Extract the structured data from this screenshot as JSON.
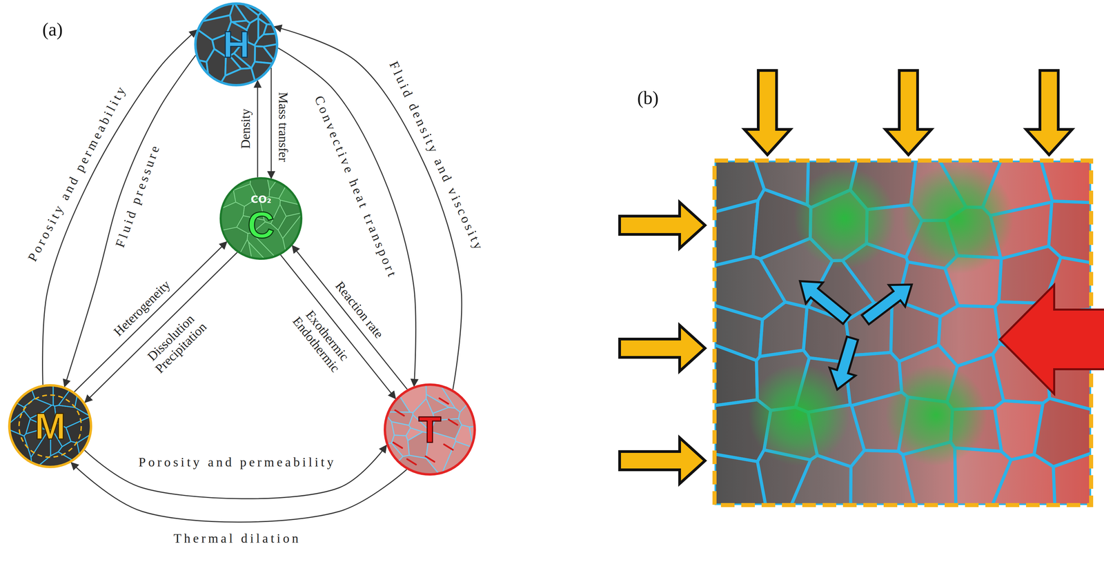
{
  "diagram": {
    "nodes": [
      {
        "text": [
          "H"
        ]
      },
      {
        "text": [
          "CO₂",
          "C"
        ]
      },
      {
        "text": [
          "M"
        ]
      },
      {
        "text": [
          "T"
        ]
      }
    ],
    "edges": [
      {
        "from": 2,
        "to": 0,
        "arrow": "to",
        "label": "Porosity and permeability"
      },
      {
        "from": 0,
        "to": 2,
        "arrow": "to",
        "label": "Fluid pressure"
      },
      {
        "from": 1,
        "to": 0,
        "arrow": "to",
        "label": "Density"
      },
      {
        "from": 0,
        "to": 1,
        "arrow": "to",
        "label": "Mass transfer"
      },
      {
        "from": 3,
        "to": 0,
        "arrow": "to",
        "label": "Fluid density and viscosity"
      },
      {
        "from": 0,
        "to": 3,
        "arrow": "to",
        "label": "Convective heat transport"
      },
      {
        "from": 2,
        "to": 1,
        "arrow": "to",
        "label": "Heterogeneity"
      },
      {
        "from": 1,
        "to": 2,
        "arrow": "to",
        "label": "Dissolution Precipitation"
      },
      {
        "from": 3,
        "to": 1,
        "arrow": "to",
        "label": "Reaction rate"
      },
      {
        "from": 1,
        "to": 3,
        "arrow": "to",
        "label": "Exothermic Endothermic"
      },
      {
        "from": 2,
        "to": 3,
        "arrow": "to",
        "label": "Porosity and permeability"
      },
      {
        "from": 3,
        "to": 2,
        "arrow": "to",
        "label": "Thermal dilation"
      }
    ],
    "labels": [
      "(a)",
      "(b)"
    ]
  }
}
